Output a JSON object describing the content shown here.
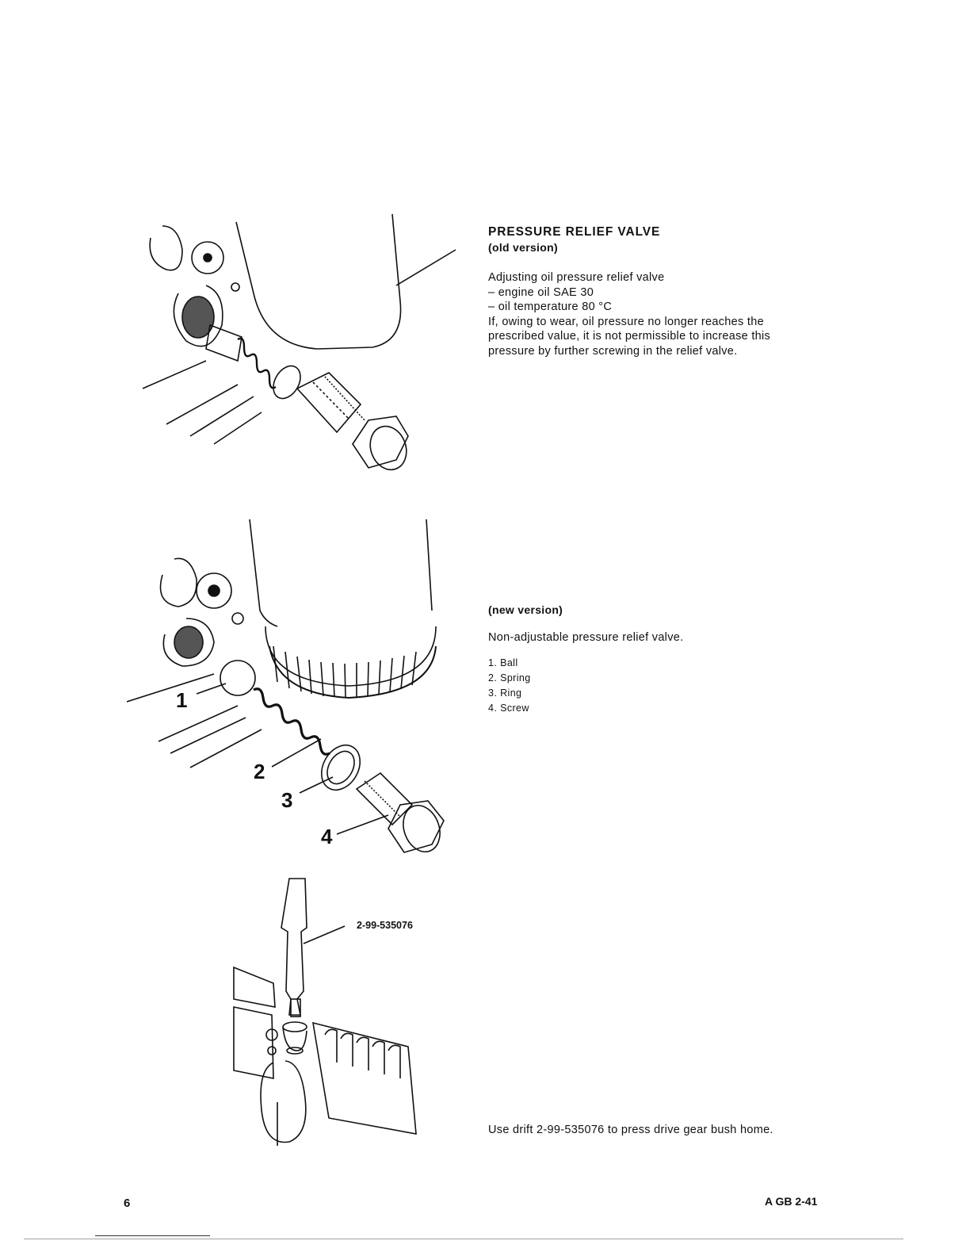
{
  "old_version": {
    "title": "PRESSURE RELIEF VALVE",
    "subtitle": "(old version)",
    "lines": [
      "Adjusting oil pressure relief valve",
      "– engine oil SAE 30",
      "– oil temperature 80 °C",
      "If, owing to wear, oil pressure no longer reaches the",
      "prescribed value, it is not permissible to increase this",
      "pressure by further screwing in the relief valve."
    ]
  },
  "new_version": {
    "subtitle": "(new version)",
    "description": "Non-adjustable pressure relief valve.",
    "parts": [
      "1. Ball",
      "2. Spring",
      "3. Ring",
      "4. Screw"
    ],
    "callouts": [
      "1",
      "2",
      "3",
      "4"
    ]
  },
  "drift": {
    "tool_label": "2-99-535076",
    "instruction": "Use drift 2-99-535076 to press drive gear bush home."
  },
  "footer": {
    "page_number": "6",
    "doc_code": "A GB 2-41"
  }
}
